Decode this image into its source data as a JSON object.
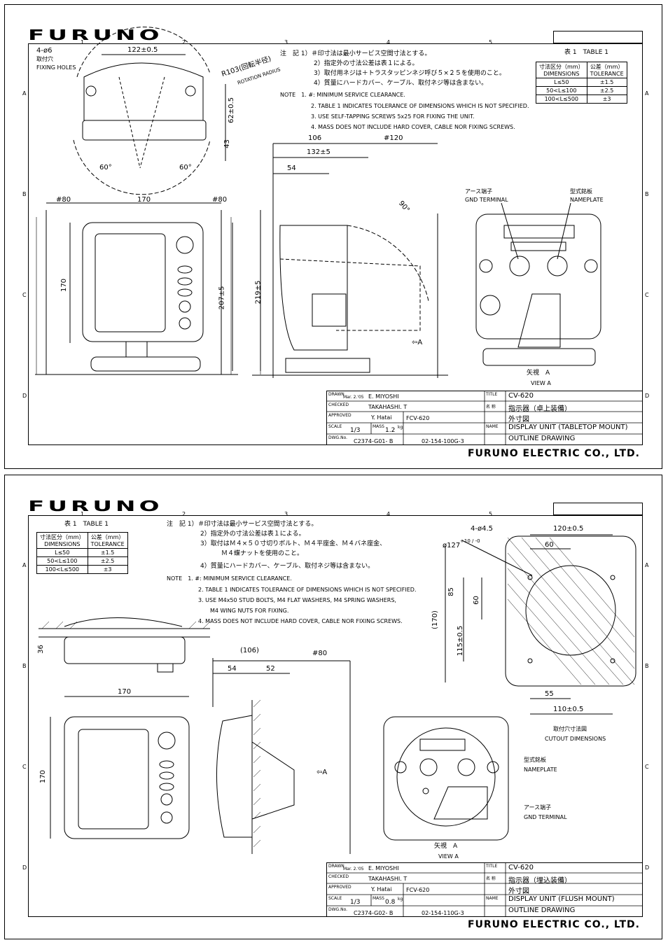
{
  "brand": "FURUNO",
  "company": "FURUNO ELECTRIC CO., LTD.",
  "sheets": [
    {
      "notes_jp": [
        "注　記 1）＃印寸法は最小サービス空間寸法とする。",
        "2）指定外の寸法公差は表１による。",
        "3）取付用ネジは＋トラスタッピンネジ呼び５×２５を使用のこと。",
        "4）質量にハードカバー、ケーブル、取付ネジ等は含まない。"
      ],
      "notes_en": [
        "NOTE　1. #: MINIMUM SERVICE CLEARANCE.",
        "2. TABLE 1 INDICATES TOLERANCE OF DIMENSIONS WHICH IS NOT SPECIFIED.",
        "3. USE SELF-TAPPING SCREWS 5x25 FOR FIXING THE UNIT.",
        "4. MASS DOES NOT INCLUDE HARD COVER, CABLE NOR FIXING SCREWS."
      ],
      "dims": {
        "fix_holes": "4-ø6",
        "fix_holes_jp": "取付穴",
        "fix_holes_en": "FIXING HOLES",
        "width_holes": "122±0.5",
        "radius": "R103(回転半径)",
        "radius_en": "ROTATION RADIUS",
        "h1": "62±0.5",
        "h2": "43",
        "ang": "60°",
        "c80a": "#80",
        "w170": "170",
        "c80b": "#80",
        "h170": "170",
        "h207": "207±5",
        "h219": "219±5",
        "d106": "106",
        "d120": "#120",
        "d132": "132±5",
        "d54": "54",
        "ang90": "90°",
        "viewA": "⇦A"
      },
      "labels": {
        "gnd_jp": "アース端子",
        "gnd_en": "GND TERMINAL",
        "name_jp": "型式銘板",
        "name_en": "NAMEPLATE",
        "view_jp": "矢視　A",
        "view_en": "VIEW A"
      },
      "title": {
        "drawn_date": "Mar. 2.'05",
        "drawn": "E. MIYOSHI",
        "checked": "TAKAHASHI. T",
        "approved": "Y. Hatai",
        "scale": "1/3",
        "mass": "1.2",
        "model": "FCV-620",
        "dwg": "C2374-G01- B",
        "dwgno": "02-154-100G-3",
        "title1": "CV-620",
        "title2": "指示器（卓上装備）",
        "title3": "外寸図",
        "title4": "DISPLAY UNIT (TABLETOP MOUNT)",
        "title5": "OUTLINE DRAWING"
      }
    },
    {
      "notes_jp": [
        "注　記 1）＃印寸法は最小サービス空間寸法とする。",
        "2）指定外の寸法公差は表１による。",
        "3）取付はＭ４×５０寸切りボルト、Ｍ４平座金、Ｍ４バネ座金、",
        "Ｍ４蝶ナットを使用のこと。",
        "4）質量にハードカバー、ケーブル、取付ネジ等は含まない。"
      ],
      "notes_en": [
        "NOTE　1. #: MINIMUM SERVICE CLEARANCE.",
        "2. TABLE 1 INDICATES TOLERANCE OF DIMENSIONS WHICH IS NOT SPECIFIED.",
        "3. USE M4x50 STUD BOLTS, M4 FLAT WASHERS, M4 SPRING WASHERS,",
        "M4 WING NUTS FOR FIXING.",
        "4. MASS DOES NOT INCLUDE HARD COVER, CABLE NOR FIXING SCREWS."
      ],
      "dims": {
        "holes": "4-ø4.5",
        "dia": "ø127",
        "dia_tol": "+10 / -0",
        "w120": "120±0.5",
        "w60": "60",
        "h85": "85",
        "h60": "60",
        "h170": "(170)",
        "h115": "115±0.5",
        "w55": "55",
        "w110": "110±0.5",
        "cutout_jp": "取付穴寸法図",
        "cutout_en": "CUTOUT DIMENSIONS",
        "d36": "36",
        "d106": "(106)",
        "d80": "#80",
        "d54": "54",
        "d52": "52",
        "w170": "170",
        "h170b": "170",
        "viewA": "⇦A"
      },
      "labels": {
        "gnd_jp": "アース端子",
        "gnd_en": "GND TERMINAL",
        "name_jp": "型式銘板",
        "name_en": "NAMEPLATE",
        "view_jp": "矢視　A",
        "view_en": "VIEW A"
      },
      "title": {
        "drawn_date": "Mar. 2.'05",
        "drawn": "E. MIYOSHI",
        "checked": "TAKAHASHI. T",
        "approved": "Y. Hatai",
        "scale": "1/3",
        "mass": "0.8",
        "model": "FCV-620",
        "dwg": "C2374-G02- B",
        "dwgno": "02-154-110G-3",
        "title1": "CV-620",
        "title2": "指示器（埋込装備）",
        "title3": "外寸図",
        "title4": "DISPLAY UNIT (FLUSH MOUNT)",
        "title5": "OUTLINE DRAWING"
      }
    }
  ],
  "table1": {
    "title": "表 1　TABLE 1",
    "head_jp": "寸法区分（mm）",
    "head_en": "DIMENSIONS",
    "tol_jp": "公差（mm）",
    "tol_en": "TOLERANCE",
    "rows": [
      [
        "L≤50",
        "±1.5"
      ],
      [
        "50<L≤100",
        "±2.5"
      ],
      [
        "100<L≤500",
        "±3"
      ]
    ]
  },
  "titleblock_labels": {
    "drawn": "DRAWN",
    "checked": "CHECKED",
    "approved": "APPROVED",
    "scale": "SCALE",
    "mass": "MASS",
    "mass_unit": "kg",
    "dwg": "DWG.No.",
    "title": "TITLE",
    "name_jp": "名 称",
    "name": "NAME"
  },
  "grid": {
    "cols": [
      "1",
      "2",
      "3",
      "4",
      "5"
    ],
    "rows": [
      "A",
      "B",
      "C",
      "D"
    ]
  }
}
